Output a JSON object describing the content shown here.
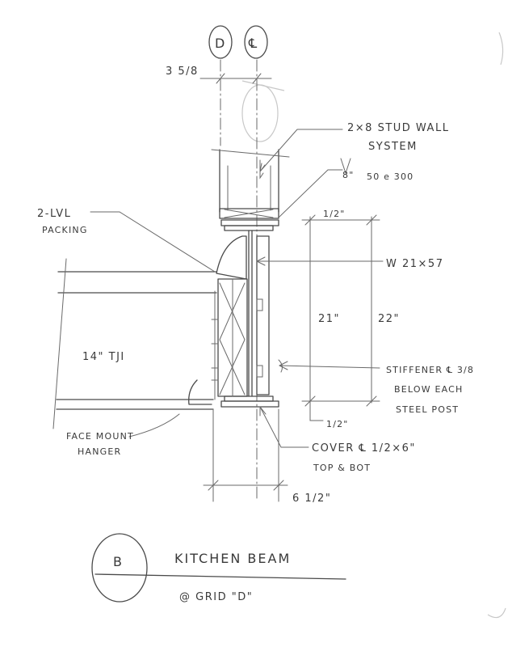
{
  "grid": {
    "left_bubble": "D",
    "right_bubble": "℄"
  },
  "dims": {
    "top_offset": "3 5/8",
    "half_top": "1/2\"",
    "depth_21": "21\"",
    "depth_22": "22\"",
    "half_bottom": "1/2\"",
    "width_bottom": "6 1/2\""
  },
  "labels": {
    "stud_wall_1": "2×8 STUD WALL",
    "stud_wall_2": "SYSTEM",
    "stud_spacing_a": "8\"",
    "stud_spacing_b": "50 e 300",
    "lvl_1": "2-LVL",
    "lvl_2": "PACKING",
    "beam": "W 21×57",
    "tji": "14\" TJI",
    "stiffener_1": "STIFFENER ℄ 3/8",
    "stiffener_2": "BELOW EACH",
    "stiffener_3": "STEEL POST",
    "hanger_1": "FACE MOUNT",
    "hanger_2": "HANGER",
    "cover_1": "COVER ℄ 1/2×6\"",
    "cover_2": "TOP & BOT"
  },
  "title_block": {
    "detail_id": "B",
    "title": "KITCHEN BEAM",
    "subtitle": "@ GRID \"D\""
  }
}
